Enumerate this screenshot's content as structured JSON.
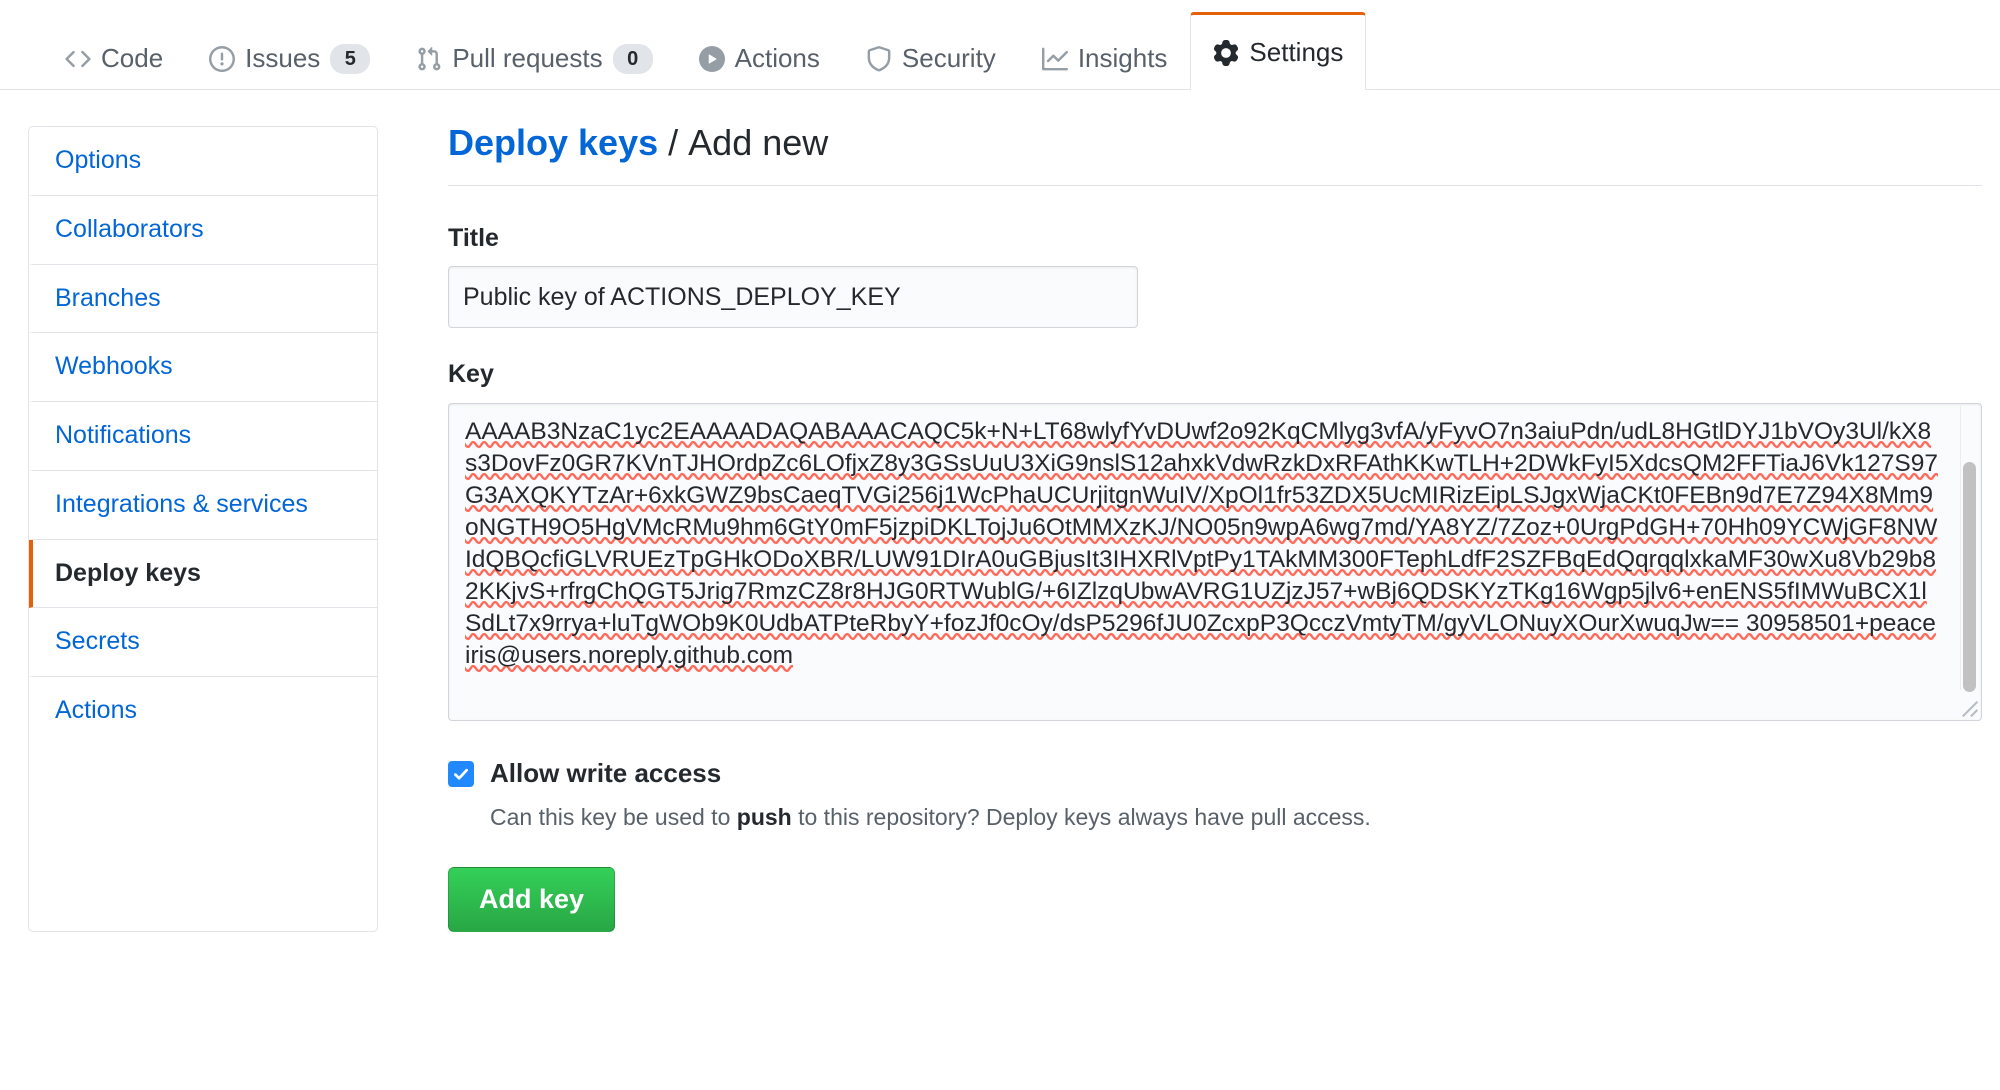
{
  "repo_nav": {
    "items": [
      {
        "label": "Code",
        "icon": "code-icon",
        "count": null,
        "selected": false
      },
      {
        "label": "Issues",
        "icon": "issue-opened-icon",
        "count": "5",
        "selected": false
      },
      {
        "label": "Pull requests",
        "icon": "git-pull-request-icon",
        "count": "0",
        "selected": false
      },
      {
        "label": "Actions",
        "icon": "play-icon",
        "count": null,
        "selected": false
      },
      {
        "label": "Security",
        "icon": "shield-icon",
        "count": null,
        "selected": false
      },
      {
        "label": "Insights",
        "icon": "graph-icon",
        "count": null,
        "selected": false
      },
      {
        "label": "Settings",
        "icon": "gear-icon",
        "count": null,
        "selected": true
      }
    ]
  },
  "sidebar": {
    "items": [
      {
        "label": "Options",
        "active": false
      },
      {
        "label": "Collaborators",
        "active": false
      },
      {
        "label": "Branches",
        "active": false
      },
      {
        "label": "Webhooks",
        "active": false
      },
      {
        "label": "Notifications",
        "active": false
      },
      {
        "label": "Integrations & services",
        "active": false
      },
      {
        "label": "Deploy keys",
        "active": true
      },
      {
        "label": "Secrets",
        "active": false
      },
      {
        "label": "Actions",
        "active": false
      }
    ]
  },
  "main": {
    "breadcrumb_link": "Deploy keys",
    "breadcrumb_separator": "/",
    "breadcrumb_current": "Add new",
    "title_label": "Title",
    "title_value": "Public key of ACTIONS_DEPLOY_KEY",
    "title_placeholder": "",
    "key_label": "Key",
    "key_value": "AAAAB3NzaC1yc2EAAAADAQABAAACAQC5k+N+LT68wlyfYvDUwf2o92KqCMlyg3vfA/yFyvO7n3aiuPdn/udL8HGtlDYJ1bVOy3Ul/kX8s3DovFz0GR7KVnTJHOrdpZc6LOfjxZ8y3GSsUuU3XiG9nslS12ahxkVdwRzkDxRFAthKKwTLH+2DWkFyI5XdcsQM2FFTiaJ6Vk127S97G3AXQKYTzAr+6xkGWZ9bsCaeqTVGi256j1WcPhaUCUrjitgnWuIV/XpOl1fr53ZDX5UcMIRizEipLSJgxWjaCKt0FEBn9d7E7Z94X8Mm9oNGTH9O5HgVMcRMu9hm6GtY0mF5jzpiDKLTojJu6OtMMXzKJ/NO05n9wpA6wg7md/YA8YZ/7Zoz+0UrgPdGH+70Hh09YCWjGF8NWIdQBQcfiGLVRUEzTpGHkODoXBR/LUW91DIrA0uGBjusIt3IHXRlVptPy1TAkMM300FTephLdfF2SZFBqEdQqrqqlxkaMF30wXu8Vb29b82KKjvS+rfrgChQGT5Jrig7RmzCZ8r8HJG0RTWublG/+6IZlzqUbwAVRG1UZjzJ57+wBj6QDSKYzTKg16Wgp5jlv6+enENS5fIMWuBCX1lSdLt7x9rrya+luTgWOb9K0UdbATPteRbyY+fozJf0cOy/dsP5296fJU0ZcxpP3QcczVmtyTM/gyVLONuyXOurXwuqJw== 30958501+peaceiris@users.noreply.github.com",
    "allow_write_label": "Allow write access",
    "allow_write_checked": true,
    "help_prefix": "Can this key be used to ",
    "help_bold": "push",
    "help_suffix": " to this repository? Deploy keys always have pull access.",
    "submit_label": "Add key"
  },
  "colors": {
    "accent_orange": "#e36209",
    "link_blue": "#0366d6",
    "checkbox_blue": "#2188ff",
    "button_green": "#28a745",
    "spellcheck_red": "#ff6a5a"
  }
}
